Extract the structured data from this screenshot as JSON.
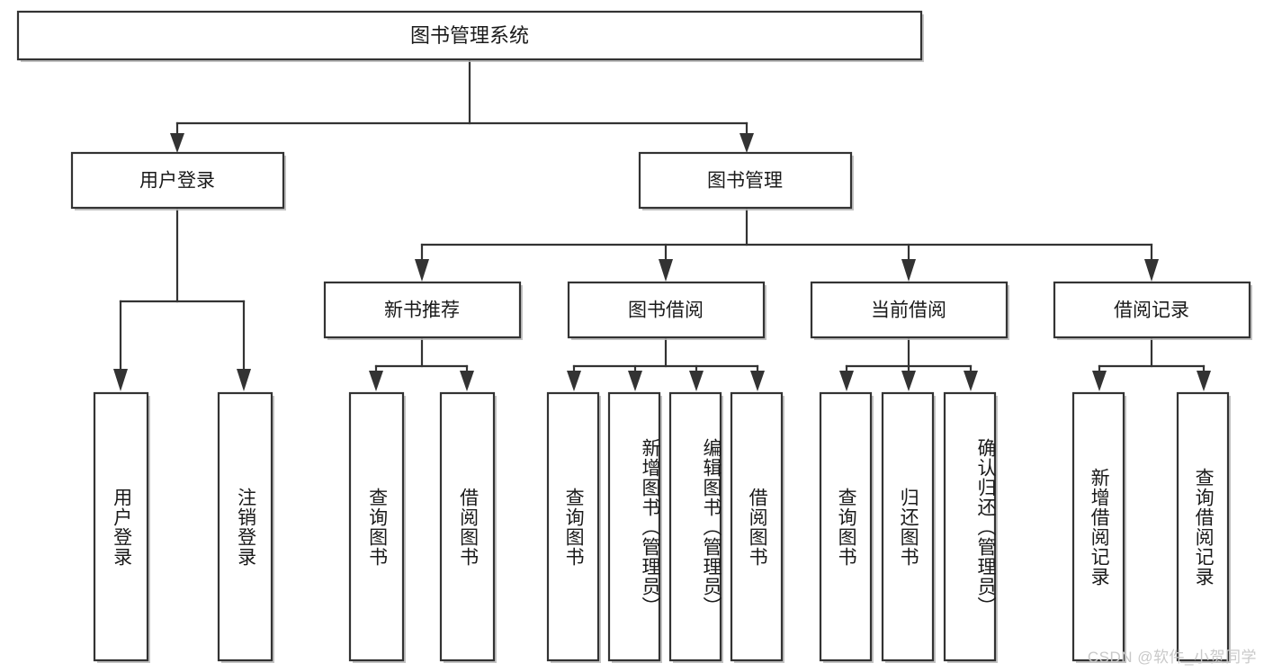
{
  "diagram": {
    "type": "tree-hierarchy",
    "title": "图书管理系统",
    "root": {
      "id": "root",
      "label": "图书管理系统",
      "orientation": "horizontal"
    },
    "level2": [
      {
        "id": "user-login",
        "label": "用户登录",
        "orientation": "horizontal"
      },
      {
        "id": "book-manage",
        "label": "图书管理",
        "orientation": "horizontal"
      }
    ],
    "level3": [
      {
        "id": "new-book-rec",
        "label": "新书推荐",
        "parent": "book-manage",
        "orientation": "horizontal"
      },
      {
        "id": "book-borrow",
        "label": "图书借阅",
        "parent": "book-manage",
        "orientation": "horizontal"
      },
      {
        "id": "current-borrow",
        "label": "当前借阅",
        "parent": "book-manage",
        "orientation": "horizontal"
      },
      {
        "id": "borrow-record",
        "label": "借阅记录",
        "parent": "book-manage",
        "orientation": "horizontal"
      }
    ],
    "leaves": [
      {
        "id": "leaf-user-login",
        "label": "用户登录",
        "parent": "user-login",
        "orientation": "vertical"
      },
      {
        "id": "leaf-logout-login",
        "label": "注销登录",
        "parent": "user-login",
        "orientation": "vertical"
      },
      {
        "id": "leaf-query-book-1",
        "label": "查询图书",
        "parent": "new-book-rec",
        "orientation": "vertical"
      },
      {
        "id": "leaf-borrow-book-1",
        "label": "借阅图书",
        "parent": "new-book-rec",
        "orientation": "vertical"
      },
      {
        "id": "leaf-query-book-2",
        "label": "查询图书",
        "parent": "book-borrow",
        "orientation": "vertical"
      },
      {
        "id": "leaf-add-book",
        "label": "新增图书（管理员）",
        "parent": "book-borrow",
        "orientation": "vertical"
      },
      {
        "id": "leaf-edit-book",
        "label": "编辑图书（管理员）",
        "parent": "book-borrow",
        "orientation": "vertical"
      },
      {
        "id": "leaf-borrow-book-2",
        "label": "借阅图书",
        "parent": "book-borrow",
        "orientation": "vertical"
      },
      {
        "id": "leaf-query-book-3",
        "label": "查询图书",
        "parent": "current-borrow",
        "orientation": "vertical"
      },
      {
        "id": "leaf-return-book",
        "label": "归还图书",
        "parent": "current-borrow",
        "orientation": "vertical"
      },
      {
        "id": "leaf-confirm-return",
        "label": "确认归还（管理员）",
        "parent": "current-borrow",
        "orientation": "vertical"
      },
      {
        "id": "leaf-add-record",
        "label": "新增借阅记录",
        "parent": "borrow-record",
        "orientation": "vertical"
      },
      {
        "id": "leaf-query-record",
        "label": "查询借阅记录",
        "parent": "borrow-record",
        "orientation": "vertical"
      }
    ],
    "colors": {
      "background": "#ffffff",
      "box_fill": "#ffffff",
      "box_stroke": "#333333",
      "connector": "#333333",
      "text": "#1a1a1a",
      "watermark": "#c9c9c9"
    }
  },
  "watermark": {
    "text": "CSDN @软件_小贺同学"
  }
}
